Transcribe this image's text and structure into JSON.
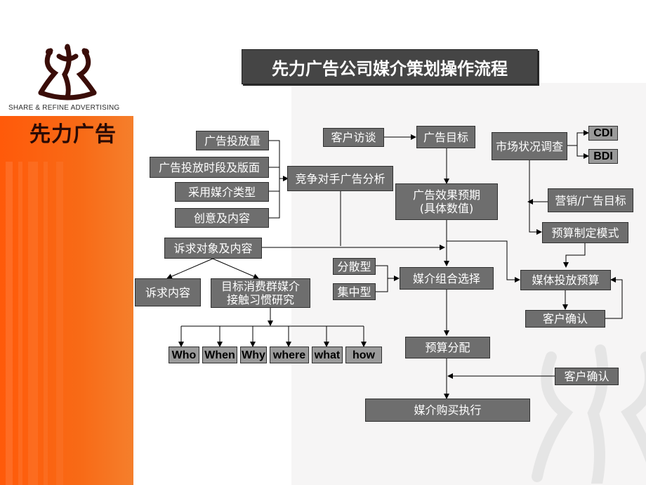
{
  "brand": {
    "logo_text": "SHARE & REFINE ADVERTISING",
    "logo_cn": "先力广告"
  },
  "title": "先力广告公司媒介策划操作流程",
  "nodes": {
    "ad_volume": "广告投放量",
    "ad_timing": "广告投放时段及版面",
    "media_type": "采用媒介类型",
    "creative": "创意及内容",
    "competitor_analysis": "竞争对手广告分析",
    "appeal_target": "诉求对象及内容",
    "appeal_content": "诉求内容",
    "consumer_study": "目标消费群媒介\n接触习惯研究",
    "client_interview": "客户访谈",
    "ad_goal": "广告目标",
    "effect_forecast": "广告效果预期\n(具体数值)",
    "dispersed": "分散型",
    "concentrated": "集中型",
    "media_mix": "媒介组合选择",
    "budget_allocation": "预算分配",
    "client_confirm_bottom": "客户确认",
    "media_buying": "媒介购买执行",
    "market_survey": "市场状况调查",
    "cdi": "CDI",
    "bdi": "BDI",
    "marketing_goal": "营销/广告目标",
    "budget_model": "预算制定模式",
    "media_budget": "媒体投放预算",
    "client_confirm_right": "客户确认"
  },
  "questions": [
    "Who",
    "When",
    "Why",
    "where",
    "what",
    "how"
  ]
}
